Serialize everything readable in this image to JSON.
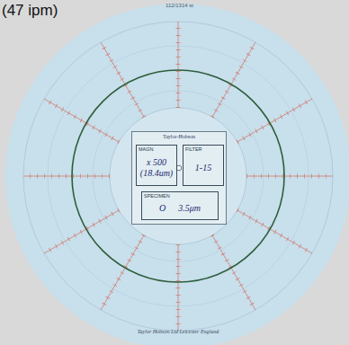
{
  "diagram": {
    "nodes": [
      {
        "text": [
          "Taylor-Hobson"
        ]
      },
      {
        "text": [
          "MAGN",
          "x 500 (18.4um)"
        ],
        "in": 0
      },
      {
        "text": [
          "FILTER",
          "1-15"
        ],
        "in": 0
      },
      {
        "text": [
          "SPECIMEN",
          "O",
          "3.5μm"
        ],
        "in": 0
      }
    ],
    "labels": [
      "(47 ipm)",
      "112/1314 st",
      "Taylor Hobson Ltd Leicester England"
    ]
  }
}
